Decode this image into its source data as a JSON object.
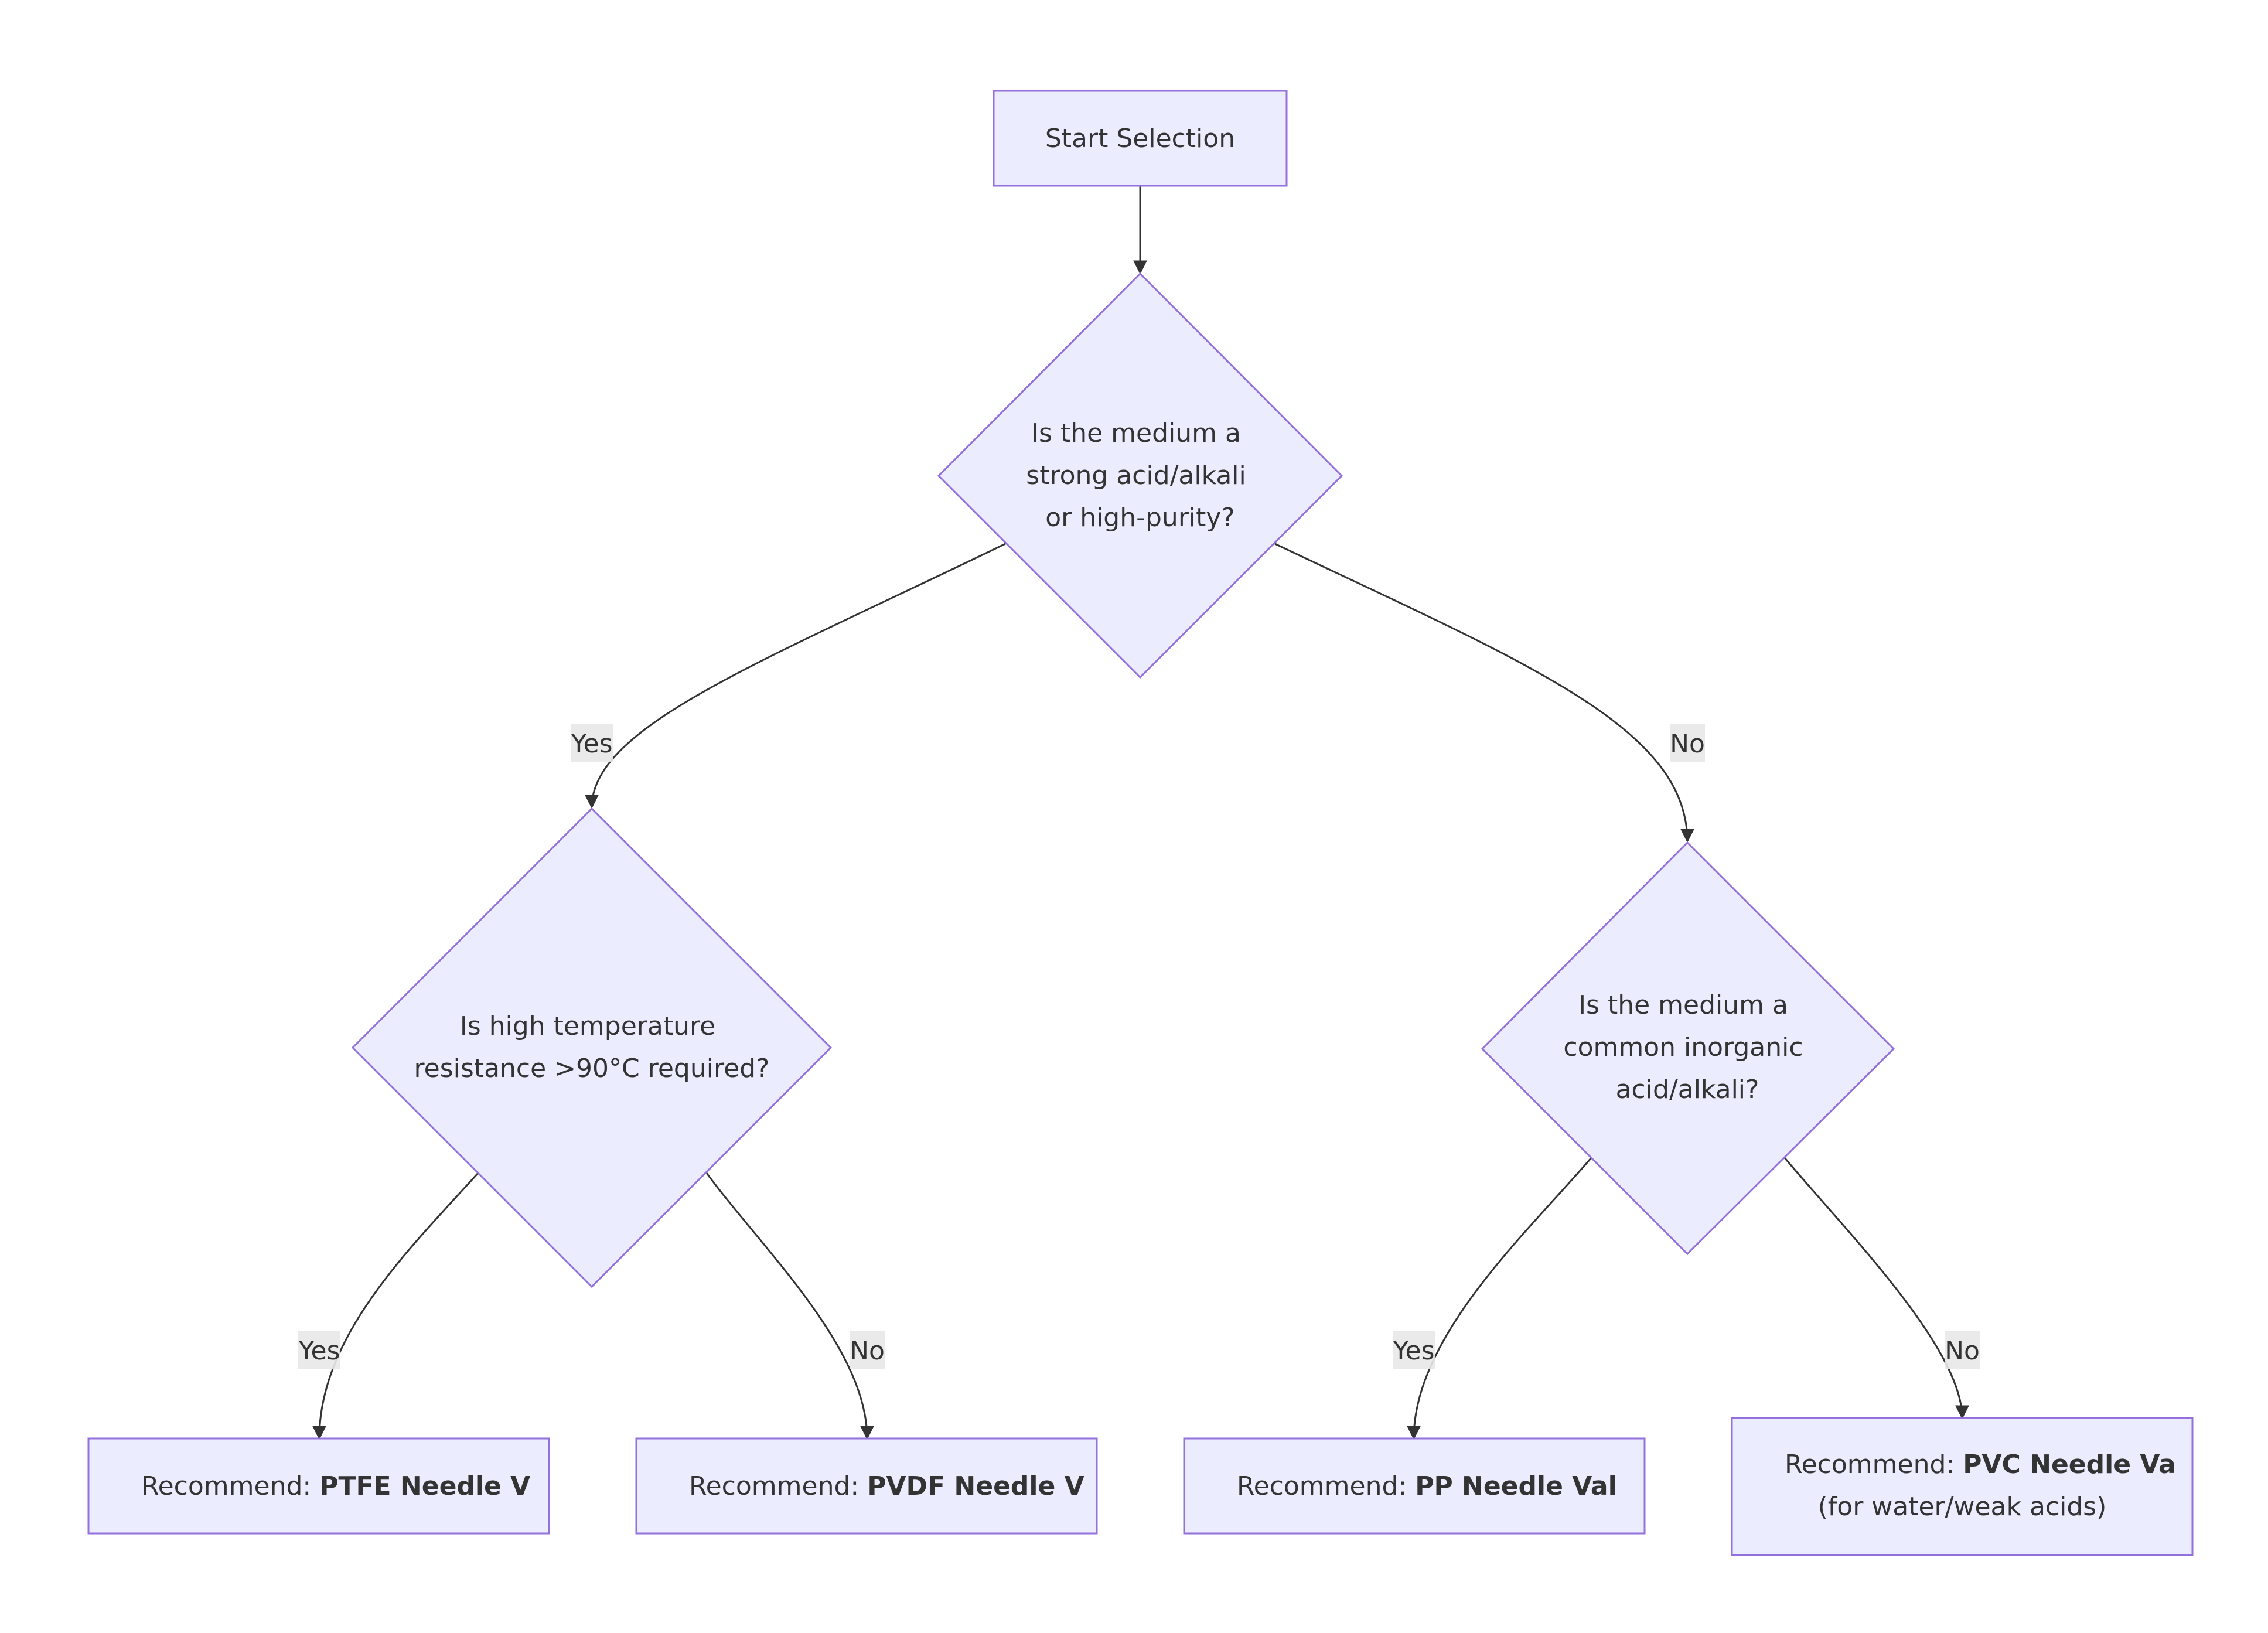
{
  "diagram": {
    "colors": {
      "node_fill": "#ececff",
      "node_stroke": "#9370db",
      "edge": "#333333",
      "text": "#333333",
      "edge_label_bg": "#e8e8e8"
    },
    "nodes": {
      "start": {
        "label": "Start Selection"
      },
      "q1": {
        "lines": [
          "Is the medium a",
          "strong acid/alkali",
          "or high-purity?"
        ]
      },
      "q2": {
        "lines": [
          "Is high temperature",
          "resistance >90°C required?"
        ]
      },
      "q3": {
        "lines": [
          "Is the medium a",
          "common inorganic",
          "acid/alkali?"
        ]
      },
      "r1": {
        "prefix": "Recommend: ",
        "emphasis": "PTFE Needle V"
      },
      "r2": {
        "prefix": "Recommend: ",
        "emphasis": "PVDF Needle V"
      },
      "r3": {
        "prefix": "Recommend: ",
        "emphasis": "PP Needle Val"
      },
      "r4": {
        "prefix": "Recommend: ",
        "emphasis": "PVC Needle Va",
        "line2": "(for water/weak acids)"
      }
    },
    "edges": {
      "q1_yes": "Yes",
      "q1_no": "No",
      "q2_yes": "Yes",
      "q2_no": "No",
      "q3_yes": "Yes",
      "q3_no": "No"
    }
  }
}
